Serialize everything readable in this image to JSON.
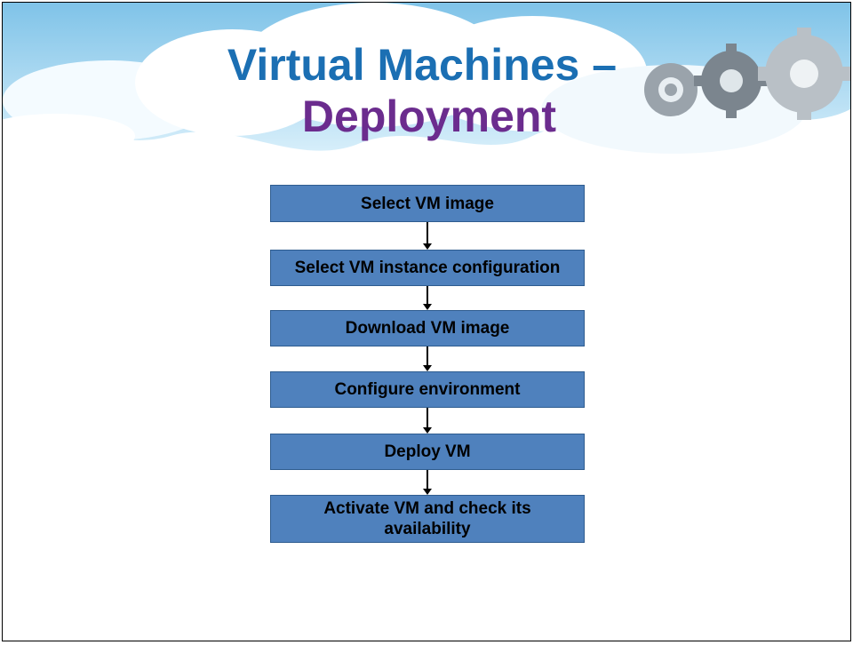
{
  "slide": {
    "title_line1": "Virtual Machines –",
    "title_line2": "Deployment"
  },
  "flowchart": {
    "steps": [
      "Select VM image",
      "Select VM instance configuration",
      "Download VM image",
      "Configure environment",
      "Deploy VM",
      "Activate VM and check its availability"
    ]
  },
  "colors": {
    "title_blue": "#1b6fb3",
    "title_purple": "#6b2c8e",
    "box_fill": "#4f81bd"
  },
  "icons": [
    "cloud-background",
    "gears-icon"
  ]
}
